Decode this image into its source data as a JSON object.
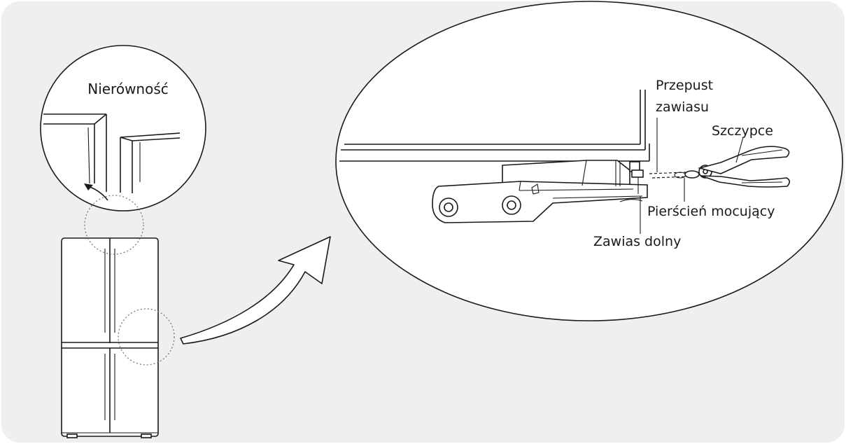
{
  "labels": {
    "unevenness": "Nierówność",
    "hinge_passage_line1": "Przepust",
    "hinge_passage_line2": "zawiasu",
    "pliers": "Szczypce",
    "retaining_ring": "Pierścień mocujący",
    "bottom_hinge": "Zawias dolny"
  },
  "colors": {
    "panel_background": "#efefef",
    "line": "#1a1a1a",
    "dotted_circle": "#777777"
  }
}
